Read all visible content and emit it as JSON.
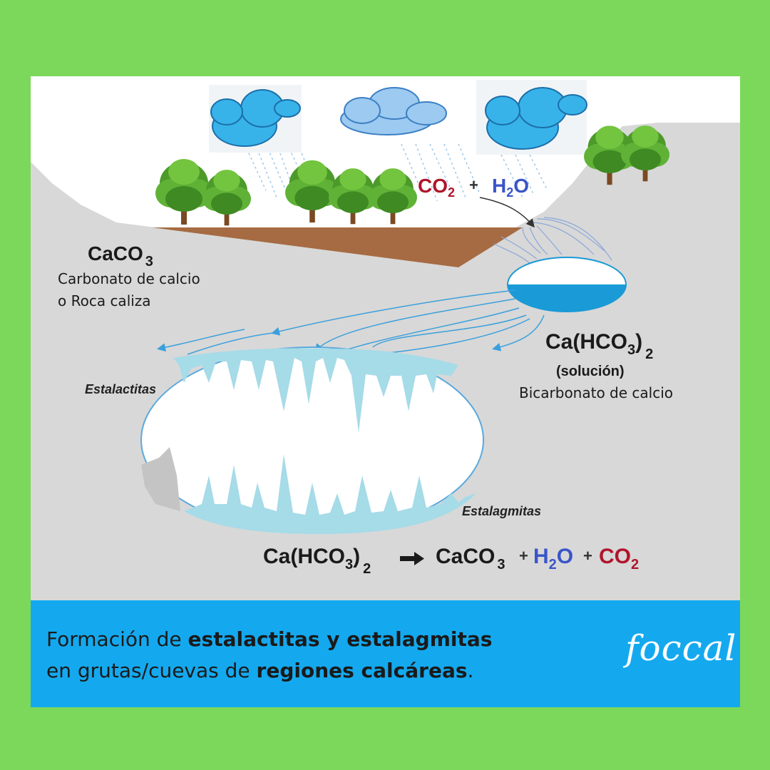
{
  "formulas": {
    "top_co2": "CO",
    "top_co2_sub": "2",
    "top_plus": "+",
    "top_h2o_h": "H",
    "top_h2o_sub": "2",
    "top_h2o_o": "O",
    "caco3": "CaCO",
    "caco3_sub": "3",
    "bicarb_main": "Ca(HCO",
    "bicarb_sub3": "3",
    "bicarb_close": ")",
    "bicarb_sub2": "2",
    "solucion": "(solución)",
    "eq_left": "Ca(HCO",
    "eq_left_sub3": "3",
    "eq_left_close": ")",
    "eq_left_sub2": "2",
    "eq_caco3": "CaCO",
    "eq_caco3_sub": "3",
    "eq_plus1": "+",
    "eq_h": "H",
    "eq_h_sub": "2",
    "eq_o": "O",
    "eq_plus2": "+",
    "eq_co2": "CO",
    "eq_co2_sub": "2"
  },
  "labels": {
    "carbonato_line1": "Carbonato de calcio",
    "carbonato_line2": "o Roca caliza",
    "bicarbonato": "Bicarbonato de calcio",
    "estalactitas": "Estalactitas",
    "estalagmitas": "Estalagmitas"
  },
  "caption": {
    "line1_pre": "Formación de ",
    "line1_bold": "estalactitas y estalagmitas",
    "line2_pre": "en grutas/cuevas de ",
    "line2_bold": "regiones calcáreas",
    "line2_post": "."
  },
  "logo": "foccal",
  "colors": {
    "frame": "#7cd85a",
    "rock": "#d8d8d8",
    "soil": "#a66b42",
    "water": "#1a9ad6",
    "ice": "#a6dbe8",
    "co2_red": "#b0152b",
    "h2o_blue": "#3a55c8",
    "caption_bar": "#14a9ef"
  }
}
